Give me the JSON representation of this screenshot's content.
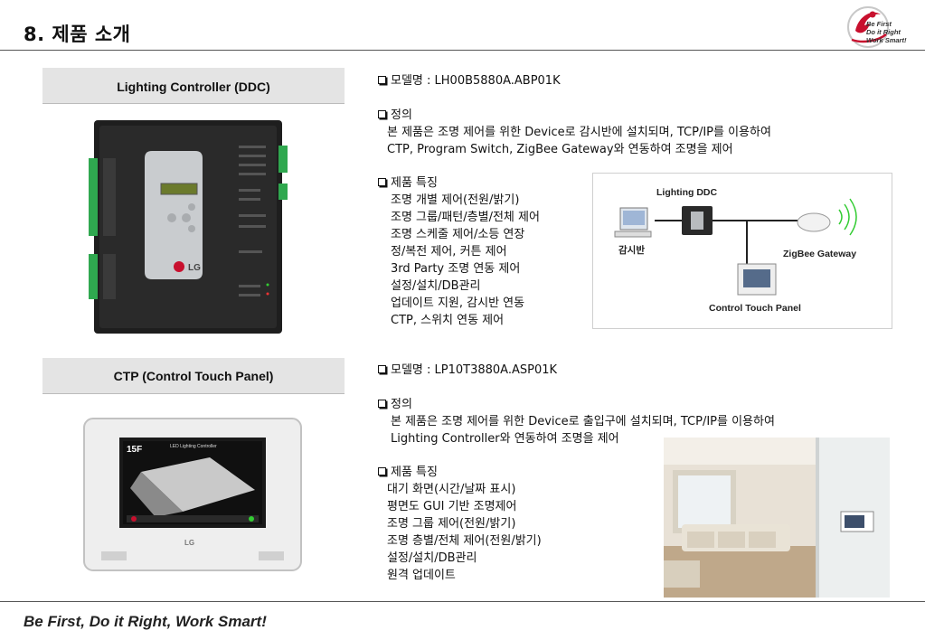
{
  "page_title": "8. 제품 소개",
  "logo": {
    "line1": "Be First",
    "line2": "Do it Right",
    "line3": "Work Smart!"
  },
  "footer_slogan": "Be First, Do it Right, Work Smart!",
  "section1": {
    "label": "Lighting Controller (DDC)",
    "model": "모델명 : LH00B5880A.ABP01K",
    "definition_title": "정의",
    "definition_lines": [
      "본 제품은 조명 제어를 위한 Device로 감시반에 설치되며, TCP/IP를 이용하여",
      "CTP, Program Switch, ZigBee Gateway와 연동하여 조명을 제어"
    ],
    "features_title": "제품 특징",
    "features": [
      "조명 개별 제어(전원/밝기)",
      "조명 그룹/패턴/층별/전체 제어",
      "조명 스케줄 제어/소등 연장",
      "정/복전 제어, 커튼 제어",
      "3rd Party 조명 연동 제어",
      "설정/설치/DB관리",
      "업데이트 지원, 감시반 연동",
      "CTP, 스위치 연동 제어"
    ],
    "device_brand": "LG",
    "diagram": {
      "ddc_label": "Lighting DDC",
      "monitor_label": "감시반",
      "gateway_label": "ZigBee Gateway",
      "ctp_label": "Control Touch Panel"
    }
  },
  "section2": {
    "label": "CTP (Control Touch Panel)",
    "model": "모델명 : LP10T3880A.ASP01K",
    "definition_title": "정의",
    "definition_lines": [
      "본 제품은 조명 제어를 위한 Device로 출입구에 설치되며, TCP/IP를 이용하여",
      "Lighting Controller와 연동하여 조명을 제어"
    ],
    "features_title": "제품 특징",
    "features": [
      "대기 화면(시간/날짜 표시)",
      "평면도 GUI 기반 조명제어",
      "조명 그룹 제어(전원/밝기)",
      "조명 층별/전체 제어(전원/밝기)",
      "설정/설치/DB관리",
      "원격 업데이트"
    ],
    "panel_floor": "15F",
    "panel_title": "LED Lighting Controller",
    "panel_brand": "LG"
  },
  "colors": {
    "label_bg": "#e4e4e4",
    "logo_red": "#c8102e",
    "rule": "#555555"
  }
}
